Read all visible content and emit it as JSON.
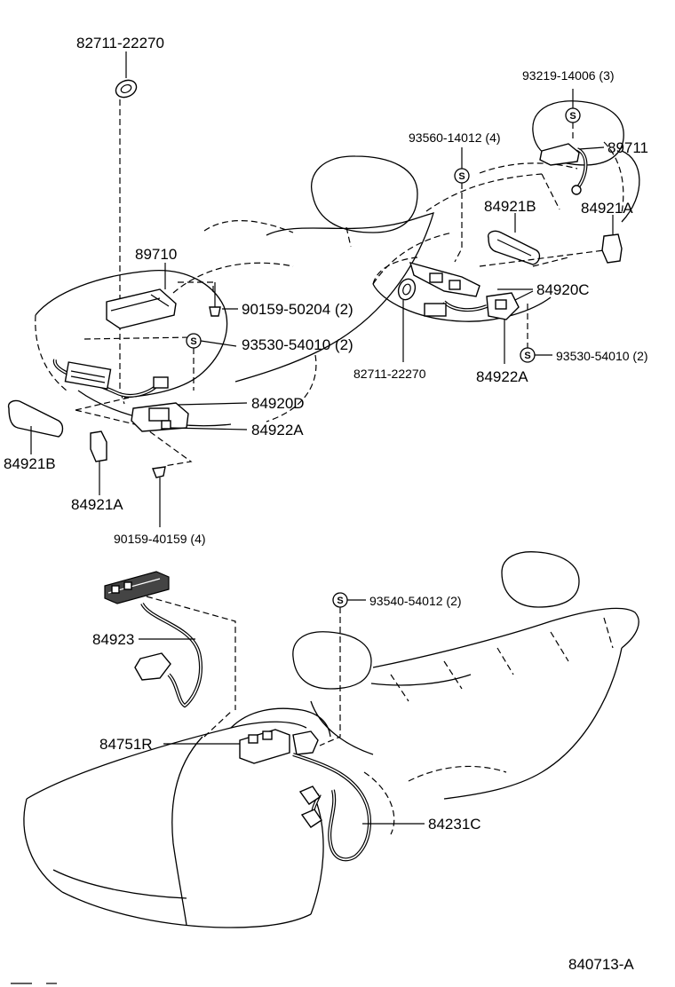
{
  "diagram_id": "840713-A",
  "parts": {
    "p82711_top": "82711-22270",
    "p82711_right": "82711-22270",
    "p93219": "93219-14006 (3)",
    "p89711": "89711",
    "p93560": "93560-14012 (4)",
    "p84921b_right": "84921B",
    "p84921a_right": "84921A",
    "p89710": "89710",
    "p84920c": "84920C",
    "p90159_50204": "90159-50204 (2)",
    "p93530_left": "93530-54010 (2)",
    "p93530_right": "93530-54010 (2)",
    "p84922a_right": "84922A",
    "p84920d": "84920D",
    "p84922a_left": "84922A",
    "p84921b_left": "84921B",
    "p84921a_left": "84921A",
    "p90159_40159": "90159-40159 (4)",
    "p93540": "93540-54012 (2)",
    "p84923": "84923",
    "p84751r": "84751R",
    "p84231c": "84231C"
  },
  "symbols": {
    "screw_marker": "S"
  }
}
